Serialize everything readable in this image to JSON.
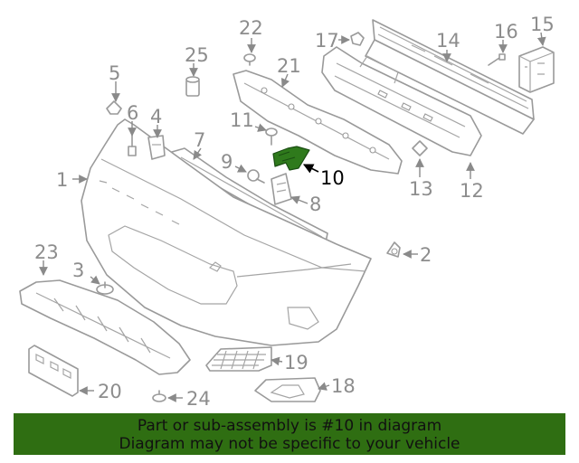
{
  "colors": {
    "highlight": "#2f7a1c",
    "banner": "#2f6e12",
    "banner_text": "#111111",
    "line_art": "#9a9a9a",
    "active_label": "#000000"
  },
  "callouts": [
    {
      "id": "1",
      "label": "1"
    },
    {
      "id": "2",
      "label": "2"
    },
    {
      "id": "3",
      "label": "3"
    },
    {
      "id": "4",
      "label": "4"
    },
    {
      "id": "5",
      "label": "5"
    },
    {
      "id": "6",
      "label": "6"
    },
    {
      "id": "7",
      "label": "7"
    },
    {
      "id": "8",
      "label": "8"
    },
    {
      "id": "9",
      "label": "9"
    },
    {
      "id": "10",
      "label": "10"
    },
    {
      "id": "11",
      "label": "11"
    },
    {
      "id": "12",
      "label": "12"
    },
    {
      "id": "13",
      "label": "13"
    },
    {
      "id": "14",
      "label": "14"
    },
    {
      "id": "15",
      "label": "15"
    },
    {
      "id": "16",
      "label": "16"
    },
    {
      "id": "17",
      "label": "17"
    },
    {
      "id": "18",
      "label": "18"
    },
    {
      "id": "19",
      "label": "19"
    },
    {
      "id": "20",
      "label": "20"
    },
    {
      "id": "21",
      "label": "21"
    },
    {
      "id": "22",
      "label": "22"
    },
    {
      "id": "23",
      "label": "23"
    },
    {
      "id": "24",
      "label": "24"
    },
    {
      "id": "25",
      "label": "25"
    }
  ],
  "highlighted_part": "10",
  "banner": {
    "line1": "Part or sub-assembly is #10 in diagram",
    "line2": "Diagram may not be specific to your vehicle"
  }
}
